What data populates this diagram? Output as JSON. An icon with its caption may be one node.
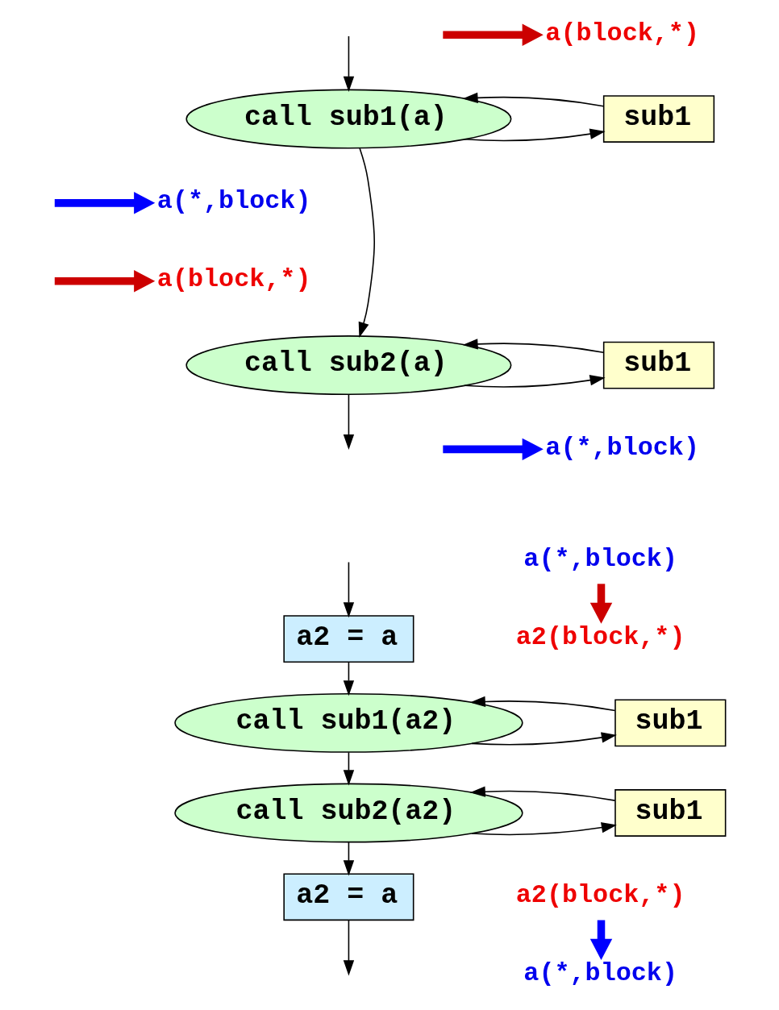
{
  "diagram": {
    "nodes": [
      {
        "text": [
          "call sub1(a)"
        ]
      },
      {
        "text": [
          "sub1"
        ]
      },
      {
        "text": [
          "call sub2(a)"
        ]
      },
      {
        "text": [
          "sub1"
        ]
      },
      {
        "text": [
          "a2 = a"
        ]
      },
      {
        "text": [
          "call sub1(a2)"
        ]
      },
      {
        "text": [
          "sub1"
        ]
      },
      {
        "text": [
          "call sub2(a2)"
        ]
      },
      {
        "text": [
          "sub1"
        ]
      },
      {
        "text": [
          "a2 = a"
        ]
      },
      {
        "text": [
          "a(block,*)"
        ]
      },
      {
        "text": [
          "a(*,block)"
        ]
      },
      {
        "text": [
          "a(block,*)"
        ]
      },
      {
        "text": [
          "a(*,block)"
        ]
      },
      {
        "text": [
          "a(*,block)"
        ]
      },
      {
        "text": [
          "a2(block,*)"
        ]
      },
      {
        "text": [
          "a2(block,*)"
        ]
      },
      {
        "text": [
          "a(*,block)"
        ]
      }
    ],
    "edges": [
      {
        "from": null,
        "to": 0,
        "arrow": "to"
      },
      {
        "from": 0,
        "to": 1,
        "arrow": "to"
      },
      {
        "from": 1,
        "to": 0,
        "arrow": "to"
      },
      {
        "from": 0,
        "to": 2,
        "arrow": "to"
      },
      {
        "from": 2,
        "to": 3,
        "arrow": "to"
      },
      {
        "from": 3,
        "to": 2,
        "arrow": "to"
      },
      {
        "from": 2,
        "to": null,
        "arrow": "to"
      },
      {
        "from": null,
        "to": 10,
        "arrow": "to",
        "style": "thick",
        "color": "#cc0000"
      },
      {
        "from": null,
        "to": 11,
        "arrow": "to",
        "style": "thick",
        "color": "#0000ff"
      },
      {
        "from": null,
        "to": 12,
        "arrow": "to",
        "style": "thick",
        "color": "#cc0000"
      },
      {
        "from": null,
        "to": 13,
        "arrow": "to",
        "style": "thick",
        "color": "#0000ff"
      },
      {
        "from": null,
        "to": 4,
        "arrow": "to"
      },
      {
        "from": 4,
        "to": 5,
        "arrow": "to"
      },
      {
        "from": 14,
        "to": 15,
        "arrow": "to",
        "style": "thick",
        "color": "#cc0000"
      },
      {
        "from": 5,
        "to": 6,
        "arrow": "to"
      },
      {
        "from": 6,
        "to": 5,
        "arrow": "to"
      },
      {
        "from": 5,
        "to": 7,
        "arrow": "to"
      },
      {
        "from": 7,
        "to": 8,
        "arrow": "to"
      },
      {
        "from": 8,
        "to": 7,
        "arrow": "to"
      },
      {
        "from": 7,
        "to": 9,
        "arrow": "to"
      },
      {
        "from": 9,
        "to": null,
        "arrow": "to"
      },
      {
        "from": 16,
        "to": 17,
        "arrow": "to",
        "style": "thick",
        "color": "#0000ff"
      }
    ]
  }
}
